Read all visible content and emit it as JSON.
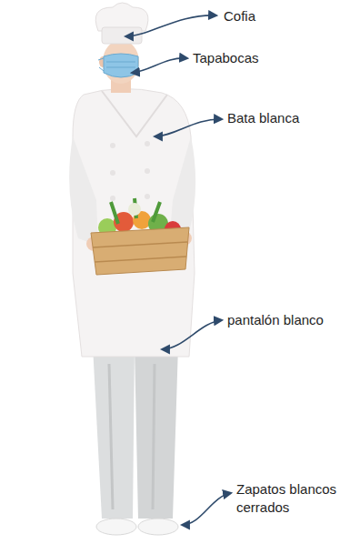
{
  "diagram": {
    "labels": [
      "Cofia",
      "Tapabocas",
      "Bata blanca",
      "pantalón blanco",
      "Zapatos blancos cerrados"
    ]
  }
}
